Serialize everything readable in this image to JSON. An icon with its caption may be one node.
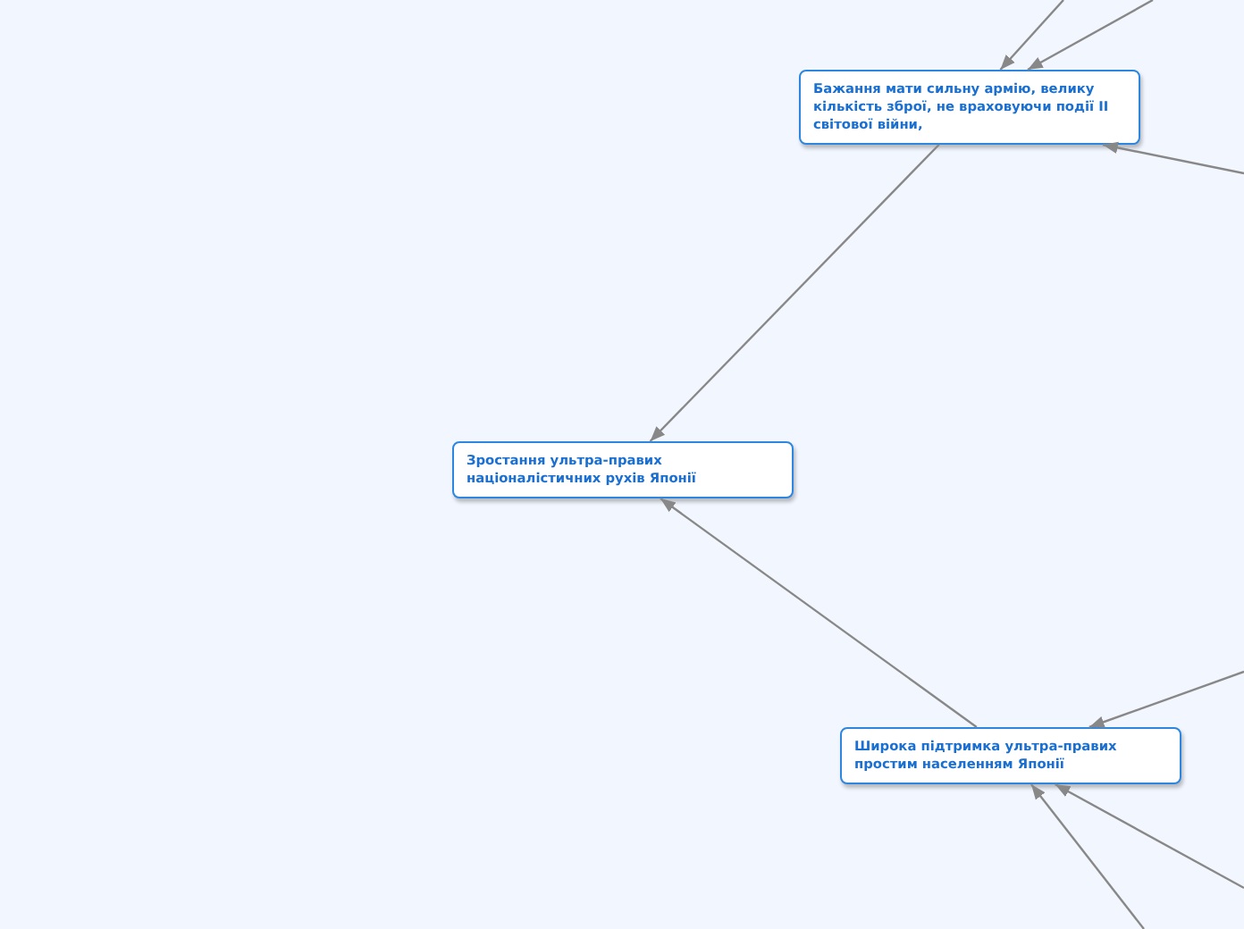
{
  "diagram": {
    "nodes": [
      {
        "text": [
          "Бажання мати сильну армію, велику кількість зброї, не враховуючи події II світової війни,"
        ]
      },
      {
        "text": [
          "Зростання ультра-правих націоналістичних рухів Японії"
        ]
      },
      {
        "text": [
          "Широка підтримка ультра-правих простим населенням Японії"
        ]
      }
    ],
    "edges": [
      {
        "from": null,
        "to": 0,
        "arrow": "to"
      },
      {
        "from": null,
        "to": 0,
        "arrow": "to"
      },
      {
        "from": null,
        "to": 0,
        "arrow": "to"
      },
      {
        "from": 0,
        "to": 1,
        "arrow": "to"
      },
      {
        "from": 2,
        "to": 1,
        "arrow": "to"
      },
      {
        "from": null,
        "to": 2,
        "arrow": "to"
      },
      {
        "from": null,
        "to": 2,
        "arrow": "to"
      },
      {
        "from": null,
        "to": 2,
        "arrow": "to"
      }
    ]
  }
}
